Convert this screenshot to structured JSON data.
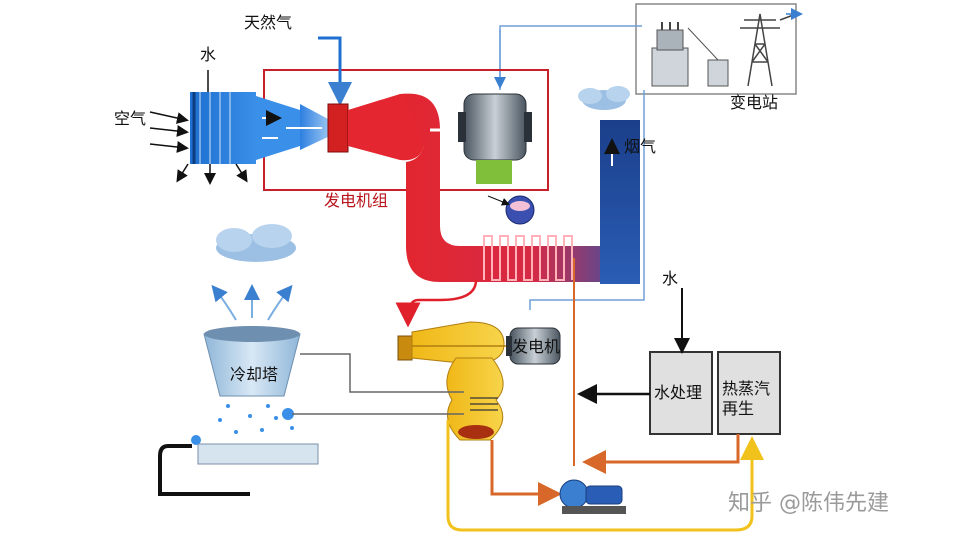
{
  "labels": {
    "natural_gas": "天然气",
    "water_top": "水",
    "air": "空气",
    "generator_set": "发电机组",
    "substation": "变电站",
    "flue_gas": "烟气",
    "water_right": "水",
    "generator": "发电机",
    "cooling_tower": "冷却塔",
    "water_treatment": "水处理",
    "heat_steam_line1": "热蒸汽",
    "heat_steam_line2": "再生"
  },
  "watermark": "知乎 @陈伟先建",
  "colors": {
    "hot_flow": "#e0202a",
    "cold_flow": "#1f5fb5",
    "steam": "#f2c21c",
    "return_orange": "#d8682a",
    "frame_red": "#c8202a"
  }
}
